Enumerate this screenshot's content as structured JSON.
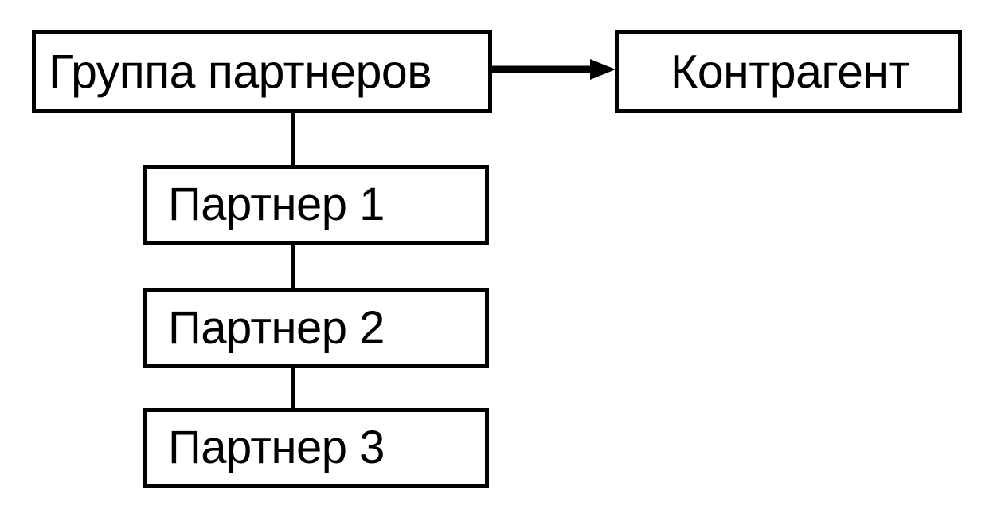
{
  "diagram": {
    "title": "",
    "background_color": "#ffffff",
    "stroke_color": "#000000",
    "nodes": [
      {
        "id": "group",
        "label": "Группа партнеров"
      },
      {
        "id": "counterparty",
        "label": "Контрагент"
      },
      {
        "id": "partner1",
        "label": "Партнер 1"
      },
      {
        "id": "partner2",
        "label": "Партнер 2"
      },
      {
        "id": "partner3",
        "label": "Партнер 3"
      }
    ],
    "edges": [
      {
        "id": "group-to-counterparty",
        "from": "group",
        "to": "counterparty",
        "style": "arrow",
        "direction": "right"
      },
      {
        "id": "group-to-partner1",
        "from": "group",
        "to": "partner1",
        "style": "line",
        "direction": "down"
      },
      {
        "id": "partner1-to-partner2",
        "from": "partner1",
        "to": "partner2",
        "style": "line",
        "direction": "down"
      },
      {
        "id": "partner2-to-partner3",
        "from": "partner2",
        "to": "partner3",
        "style": "line",
        "direction": "down"
      }
    ]
  }
}
